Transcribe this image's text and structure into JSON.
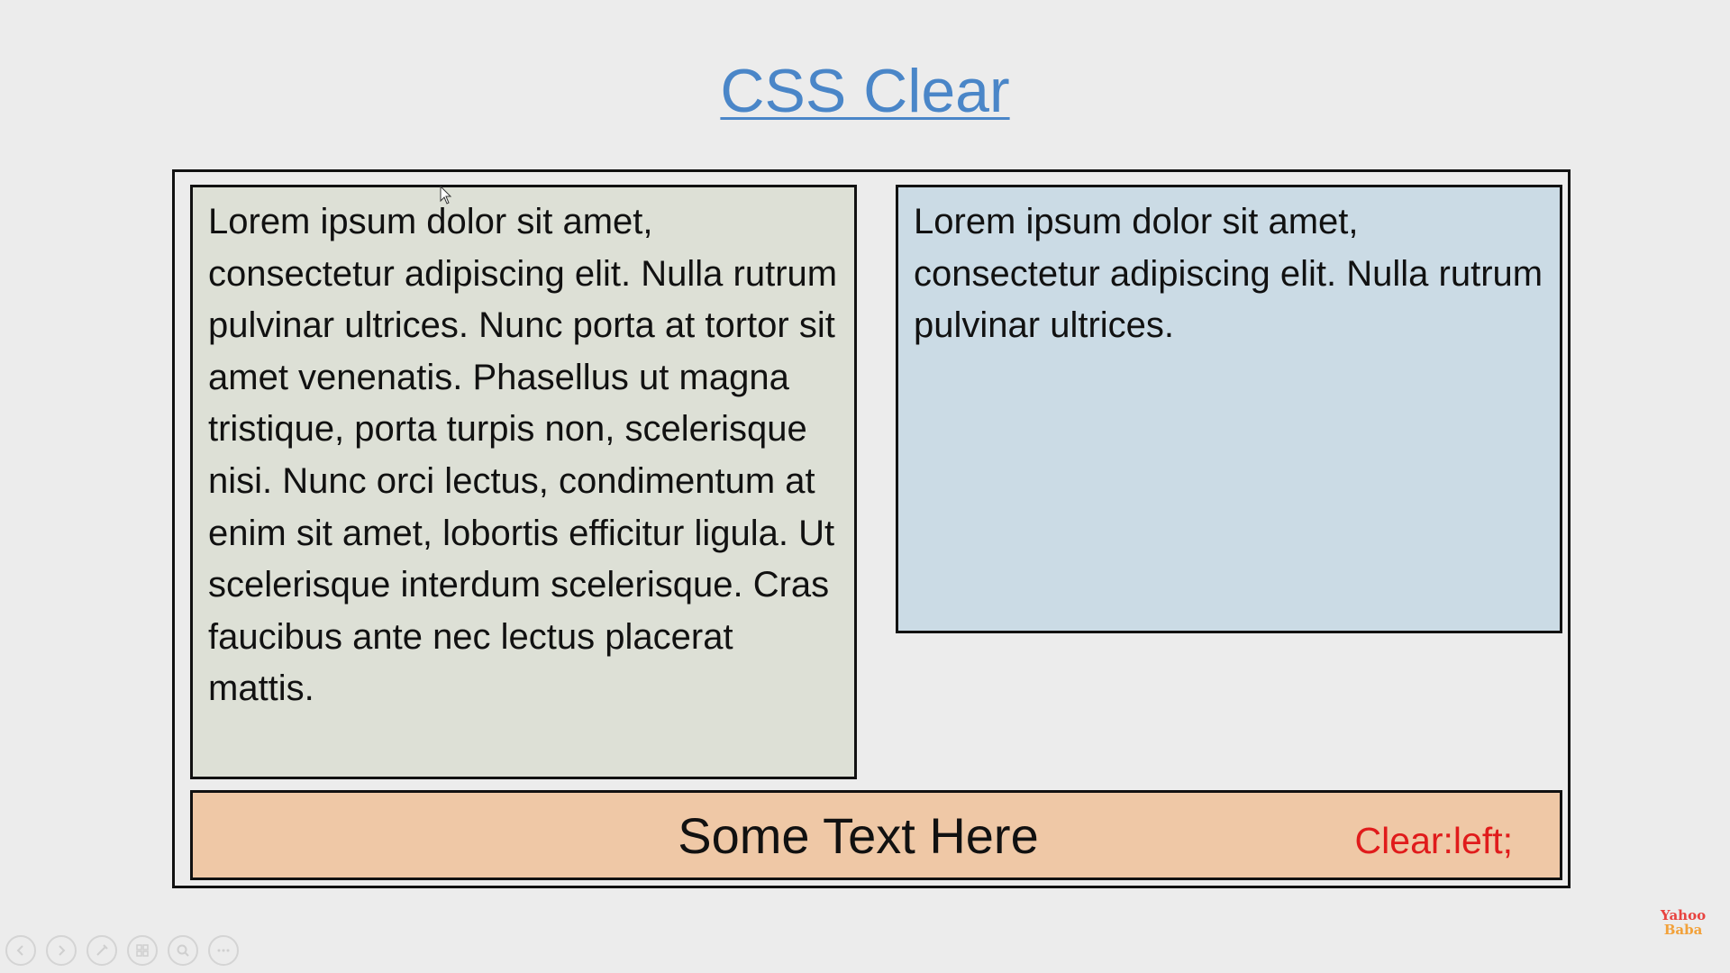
{
  "slide": {
    "title": "CSS Clear",
    "left_box_text": "Lorem ipsum dolor sit amet, consectetur adipiscing elit. Nulla rutrum pulvinar ultrices. Nunc porta at tortor sit amet venenatis. Phasellus ut magna tristique, porta turpis non, scelerisque nisi. Nunc orci lectus, condimentum at enim sit amet, lobortis efficitur ligula. Ut scelerisque interdum scelerisque. Cras faucibus ante nec lectus placerat mattis.",
    "right_box_text": "Lorem ipsum dolor sit amet, consectetur adipiscing elit. Nulla rutrum pulvinar ultrices.",
    "bottom_text": "Some Text Here",
    "clear_label": "Clear:left;"
  },
  "colors": {
    "background": "#ececec",
    "title": "#4a86c8",
    "left_box": "#dde0d6",
    "right_box": "#cbdbe5",
    "bottom_bar": "#efc8a6",
    "clear_label": "#e01b1b"
  },
  "toolbar": {
    "buttons": [
      "previous-icon",
      "next-icon",
      "pen-icon",
      "slides-icon",
      "zoom-icon",
      "more-icon"
    ]
  },
  "logo": {
    "line1": "Yahoo",
    "line2": "Baba"
  }
}
